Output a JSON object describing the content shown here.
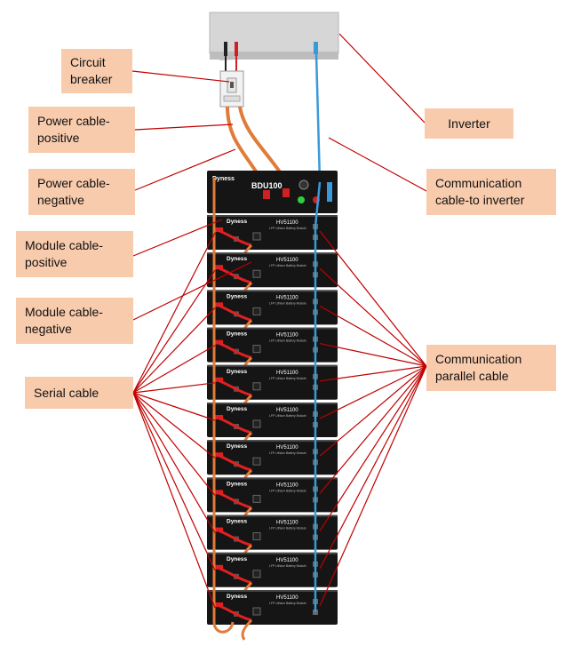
{
  "labels": {
    "circuit_breaker": "Circuit\nbreaker",
    "power_cable_positive": "Power cable-\npositive",
    "power_cable_negative": "Power cable-\nnegative",
    "module_cable_positive": "Module cable-\npositive",
    "module_cable_negative": "Module cable-\nnegative",
    "serial_cable": "Serial cable",
    "inverter": "Inverter",
    "communication_inverter": "Communication\ncable-to inverter",
    "communication_parallel": "Communication\nparallel cable"
  },
  "bdu": {
    "brand": "Dyness",
    "model": "BDU100"
  },
  "module": {
    "brand": "Dyness",
    "model": "HV51100",
    "subtitle": "LFP Lithium Battery Module",
    "count": 11
  },
  "colors": {
    "label_bg": "#f8cbad",
    "pointer_line": "#c00000",
    "orange_cable": "#e07b39",
    "red_cable": "#e02020",
    "blue_cable": "#3a9ad9",
    "rack": "#151515",
    "inverter": "#d4d4d4"
  }
}
